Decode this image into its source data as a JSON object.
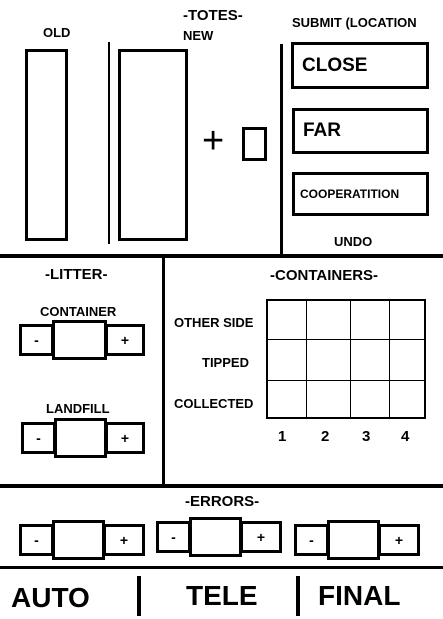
{
  "totes": {
    "title": "-TOTES-",
    "old_label": "OLD",
    "new_label": "NEW",
    "plus_sign": "+"
  },
  "submit": {
    "title": "SUBMIT (LOCATION",
    "close_label": "CLOSE",
    "far_label": "FAR",
    "coop_label": "COOPERATITION",
    "undo_label": "UNDO"
  },
  "litter": {
    "title": "-LITTER-",
    "container_label": "CONTAINER",
    "landfill_label": "LANDFILL",
    "minus": "-",
    "plus": "+"
  },
  "containers": {
    "title": "-CONTAINERS-",
    "rows": [
      "OTHER SIDE",
      "TIPPED",
      "COLLECTED"
    ],
    "columns": [
      "1",
      "2",
      "3",
      "4"
    ]
  },
  "errors": {
    "title": "-ERRORS-",
    "minus": "-",
    "plus": "+"
  },
  "modes": {
    "auto": "AUTO",
    "tele": "TELE",
    "final": "FINAL"
  }
}
